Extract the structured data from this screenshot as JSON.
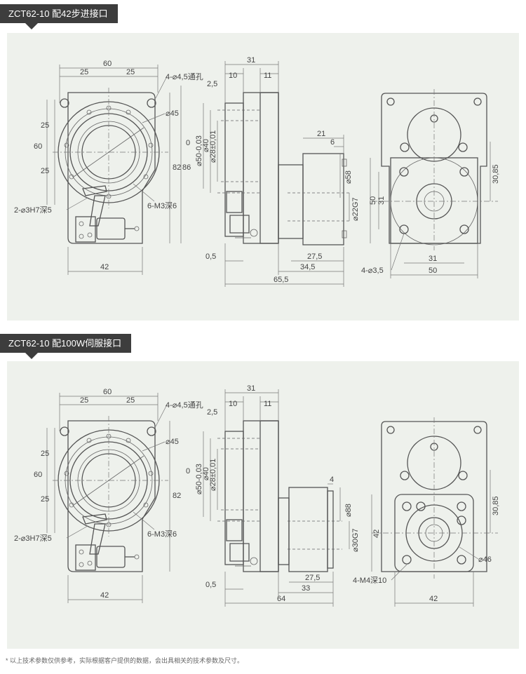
{
  "section_top": {
    "title": "ZCT62-10 配42步进接口",
    "front": {
      "w60": "60",
      "w25a": "25",
      "w25b": "25",
      "holes": "4-⌀4,5通孔",
      "d45": "⌀45",
      "h25a": "25",
      "h60": "60",
      "h25b": "25",
      "zero": "0",
      "h82": "82",
      "h86": "86",
      "m3": "6-M3深6",
      "pin": "2-⌀3H7深5",
      "w42": "42"
    },
    "side": {
      "d31": "31",
      "d10": "10",
      "d11": "11",
      "d2_5": "2,5",
      "d50": "⌀50-0,03",
      "d40": "⌀40",
      "d28": "⌀28±0,01",
      "d21": "21",
      "d6": "6",
      "d58": "⌀58",
      "d22": "⌀22G7",
      "d0_5": "0,5",
      "d27_5": "27,5",
      "d34_5": "34,5",
      "d65_5": "65,5"
    },
    "rear": {
      "h30_85": "30,85",
      "h50": "50",
      "h31": "31",
      "w31": "31",
      "w50": "50",
      "holes": "4-⌀3,5"
    }
  },
  "section_bottom": {
    "title": "ZCT62-10 配100W伺服接口",
    "front": {
      "w60": "60",
      "w25a": "25",
      "w25b": "25",
      "holes": "4-⌀4,5通孔",
      "d45": "⌀45",
      "h25a": "25",
      "h60": "60",
      "h25b": "25",
      "zero": "0",
      "h82": "82",
      "m3": "6-M3深6",
      "pin": "2-⌀3H7深5",
      "w42": "42"
    },
    "side": {
      "d31": "31",
      "d10": "10",
      "d11": "11",
      "d2_5": "2,5",
      "d50": "⌀50-0,03",
      "d40": "⌀40",
      "d28": "⌀28±0,01",
      "d4": "4",
      "d88": "⌀88",
      "d30": "⌀30G7",
      "d0_5": "0,5",
      "d27_5": "27,5",
      "d33": "33",
      "d64": "64"
    },
    "rear": {
      "h30_85": "30,85",
      "h42": "42",
      "d46": "⌀46",
      "holes": "4-M4深10",
      "w42": "42"
    }
  },
  "footnote": "* 以上技术参数仅供参考，实际根据客户提供的数据，会出具相关的技术参数及尺寸。"
}
